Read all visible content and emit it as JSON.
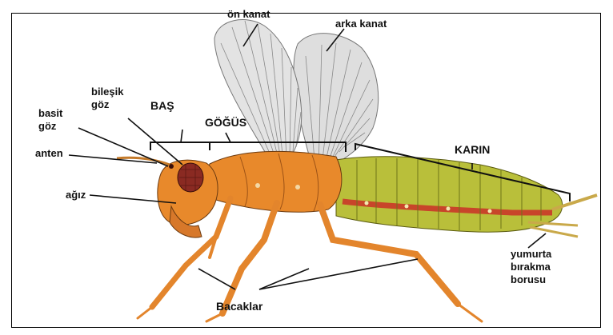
{
  "labels": {
    "on_kanat": "ön kanat",
    "arka_kanat": "arka kanat",
    "bilesik_goz_1": "bileşik",
    "bilesik_goz_2": "göz",
    "bas": "BAŞ",
    "basit_goz_1": "basit",
    "basit_goz_2": "göz",
    "gogus": "GÖĞÜS",
    "anten": "anten",
    "karin": "KARIN",
    "agiz": "ağız",
    "yumurta_1": "yumurta",
    "yumurta_2": "bırakma",
    "yumurta_3": "borusu",
    "bacaklar": "Bacaklar"
  },
  "colors": {
    "body_orange": "#e8892b",
    "abdomen_green": "#b9bf3a",
    "stripe_red": "#c8452a",
    "eye_red": "#8a2a22",
    "wing_gray": "#dcdcdc",
    "leg_orange": "#e3852c",
    "outline": "#111111"
  }
}
